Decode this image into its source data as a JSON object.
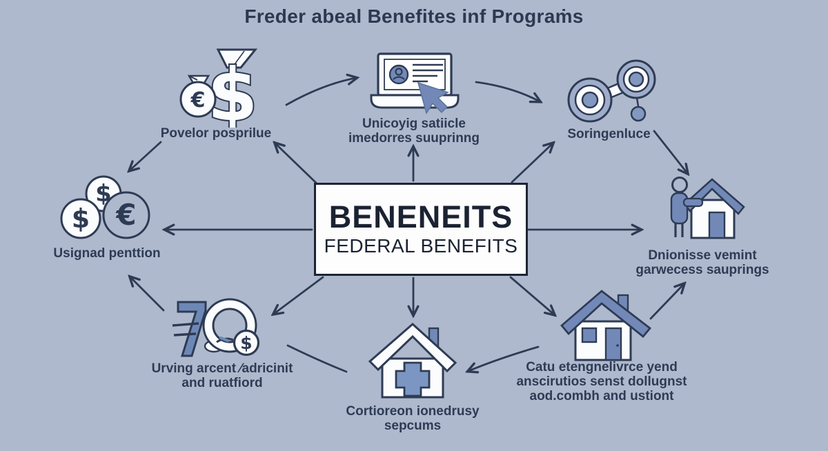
{
  "colors": {
    "background": "#aeb9cd",
    "ink": "#2e3b54",
    "accent_blue": "#7289b8",
    "light_blue_ring": "#9fadca",
    "white": "#fbfcfd"
  },
  "title": "Freder abeal Benefites inf Prograṁs",
  "center": {
    "line1": "BENENEITS",
    "line2": "FEDERAL BENEFITS"
  },
  "glyphs": {
    "dollar": "$",
    "euro": "€",
    "seven": "7"
  },
  "nodes": {
    "top_left": {
      "icon": "money-bags-icon",
      "lines": [
        "Povelor posprilue"
      ]
    },
    "top_center": {
      "icon": "laptop-id-card-icon",
      "lines": [
        "Unicoyig satiicle",
        "imedorres suuprinng"
      ]
    },
    "top_right": {
      "icon": "key-icon",
      "lines": [
        "Soringenluce"
      ]
    },
    "left": {
      "icon": "coins-icon",
      "lines": [
        "Usignad penttion"
      ]
    },
    "right": {
      "icon": "person-house-icon",
      "lines": [
        "Dnionisse vemint",
        "garwecess sauprings"
      ]
    },
    "bottom_left": {
      "icon": "currency-symbols-icon",
      "lines": [
        "Urving arcent ⁄adricinit",
        "and ruatfiord"
      ]
    },
    "bottom_center": {
      "icon": "medical-house-icon",
      "lines": [
        "Cortioreon ionedrusy",
        "sepcums"
      ]
    },
    "bottom_right": {
      "icon": "house-icon",
      "lines": [
        "Catu etengnelivrce yend",
        "anscirutios senst dollugnst",
        "aod.combh and ustiont"
      ]
    }
  }
}
